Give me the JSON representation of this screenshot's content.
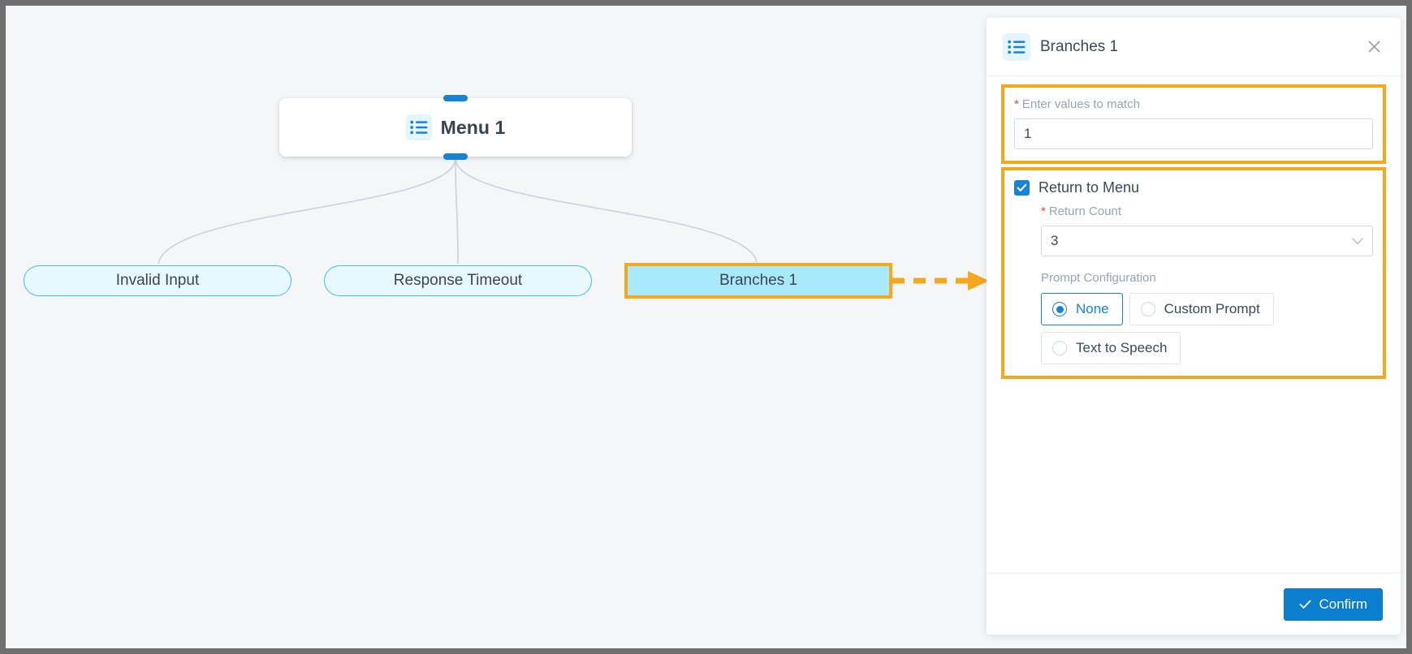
{
  "canvas": {
    "menu_node": {
      "title": "Menu 1",
      "icon": "list-icon"
    },
    "branch_nodes": [
      {
        "label": "Invalid Input",
        "selected": false
      },
      {
        "label": "Response Timeout",
        "selected": false
      },
      {
        "label": "Branches 1",
        "selected": true
      }
    ]
  },
  "panel": {
    "title": "Branches 1",
    "icon": "list-icon",
    "close_icon": "close-icon",
    "values_to_match": {
      "label": "Enter values to match",
      "required_mark": "*",
      "value": "1",
      "placeholder": ""
    },
    "return_to_menu": {
      "label": "Return to Menu",
      "checked": true,
      "check_icon": "check-icon"
    },
    "return_count": {
      "label": "Return Count",
      "required_mark": "*",
      "value": "3",
      "chevron_icon": "chevron-down-icon"
    },
    "prompt_configuration": {
      "label": "Prompt Configuration",
      "options": [
        {
          "label": "None",
          "selected": true
        },
        {
          "label": "Custom Prompt",
          "selected": false
        },
        {
          "label": "Text to Speech",
          "selected": false
        }
      ]
    },
    "footer": {
      "confirm_label": "Confirm",
      "confirm_icon": "check-icon"
    }
  },
  "colors": {
    "accent_blue": "#1783d6",
    "highlight_orange": "#f5a81c",
    "node_cyan": "#40bdf0",
    "node_fill": "#e7f8fe",
    "selected_node_fill": "#a8e9fb",
    "required_red": "#e8443c",
    "canvas_bg": "#f4f6f8"
  }
}
